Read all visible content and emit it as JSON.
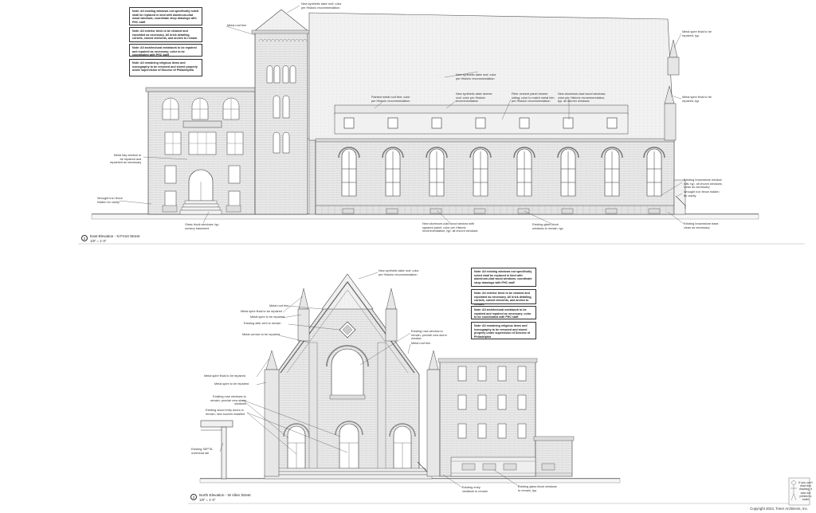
{
  "notes_top": [
    "Note: All existing windows not specifically noted shall be replaced in kind with aluminum-clad wood windows; coordinate shop drawings with PHC staff",
    "Note: All exterior brick to be cleaned and repointed as necessary. All brick detailing, corbels, carved elements, and arches to remain.",
    "Note: All architectural metalwork to be repaired and repaired as necessary; color to be coordinated with PHC staff",
    "Note: All remaining religious items and iconography to be removed and stored properly under supervision of Diocese of Philadelphia"
  ],
  "notes_bottom": [
    "Note: All existing windows not specifically noted shall be replaced in kind with aluminum-clad wood windows; coordinate shop drawings with PHC staff",
    "Note: All exterior brick to be cleaned and repointed as necessary. All brick detailing, corbels, carved elements, and arches to remain.",
    "Note: All architectural metalwork to be repaired and repaired as necessary; color to be coordinated with PHC staff",
    "Note: All remaining religious items and iconography to be removed and stored properly under supervision of Diocese of Philadelphia"
  ],
  "east": {
    "bubble": "2",
    "title": "East Elevation - N Front Street",
    "scale": "1/8\" = 1'-0\"",
    "labels": {
      "roof": "New synthetic slate roof; color\nper Historic recommendation",
      "metal_roof": "Metal roof trim",
      "spire_right_top": "Metal spire finial to be\nrepaired, typ.",
      "spire_right_mid": "Metal spire finial to be\nrepaired, typ.",
      "roof_mid": "New synthetic slate roof; color\nper Historic recommendation",
      "painted_trim": "Painted metal roof trim; color\nper Historic recommendation",
      "dormer_roof": "New synthetic slate dormer\nroof; color per Historic\nrecommendation",
      "dormer_siding": "Fiber cement panel dormer\nsiding; color to match metal trim\nper Historic recommendation",
      "dormer_windows": "New aluminum-clad wood windows;\ncolor per Historic recommendation,\ntyp. all dormer windows",
      "bay_window": "Metal bay window to\nbe repaired and\nrepainted as necessary",
      "fence_left": "Wrought iron fence\nhidden for clarity",
      "glass_block_left": "Glass block windows; typ.\nnursery basement",
      "church_windows": "New aluminum-clad wood window with\nsquared panel; color per Historic\nrecommendation, typ. all church windows",
      "glass_block_mid": "Existing glass block\nwindows to remain, typ.",
      "limestone_sills": "Existing brownstone window\nsills; typ. all church windows,\nclean as necessary",
      "fence_right": "Wrought iron fence hidden\nfor clarity",
      "limestone_base": "Existing brownstone base;\nclean as necessary"
    }
  },
  "north": {
    "bubble": "2",
    "title": "North Elevation - W Allen Street",
    "scale": "1/8\" = 1'-0\"",
    "labels": {
      "roof": "New synthetic slate roof; color\nper Historic recommendation",
      "metal_roof": "Metal roof trim",
      "spire_finial": "Metal spire finial to be repaired",
      "spire_repaired": "Metal spire to be repaired",
      "attic_vent": "Existing attic vent to remain",
      "cornice": "Metal cornice to be repaired",
      "rose_window": "Existing rose window to\nremain; provide new storm\nwindow",
      "metal_roof_trim": "Metal roof trim",
      "spire_finial_left": "Metal spire finial to be repaired",
      "spire_left": "Metal spire to be repaired",
      "storm_windows": "Existing rose windows to\nremain; provide new storm\nwindows",
      "entry_doors": "Existing wood entry doors to\nremain; new louvers installed",
      "septa": "Existing SEPTA\noverhead rail",
      "vestibule": "Existing entry\nvestibule to remain",
      "glass_block": "Existing glass block windows\nto remain, typ."
    }
  },
  "scale_note": "If you can't\nread this\ndrawing, it\nwas not\nprinted to\nscale",
  "copyright": "Copyright 2022, Toner Architects, Inc."
}
